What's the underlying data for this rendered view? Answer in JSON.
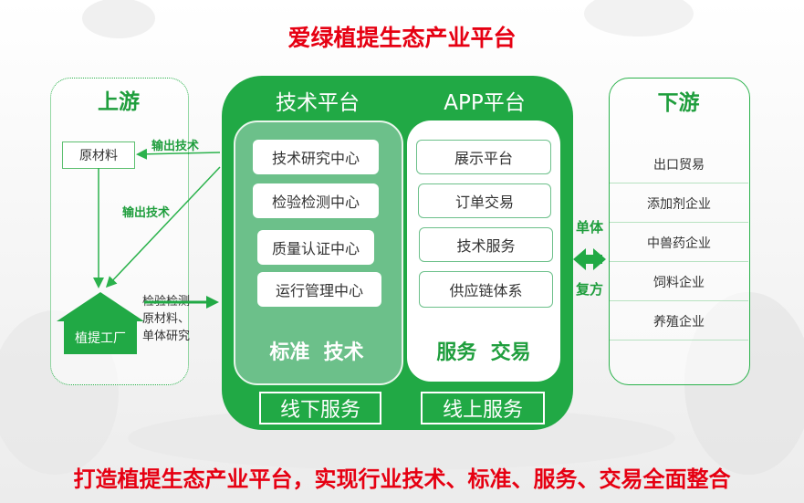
{
  "title": "爱绿植提生态产业平台",
  "upstream": {
    "title": "上游",
    "raw_material": "原材料",
    "output_tech_1": "输出技术",
    "output_tech_2": "输出技术",
    "factory": "植提工厂",
    "notes": [
      "检验检测",
      "原材料、",
      "单体研究"
    ]
  },
  "tech_platform": {
    "title": "技术平台",
    "items": [
      "技术研究中心",
      "检验检测中心",
      "质量认证中心",
      "运行管理中心"
    ],
    "slogan": "标准  技术",
    "service": "线下服务"
  },
  "app_platform": {
    "title": "APP平台",
    "items": [
      "展示平台",
      "订单交易",
      "技术服务",
      "供应链体系"
    ],
    "slogan": "服务  交易",
    "service": "线上服务"
  },
  "link": {
    "top": "单体",
    "bottom": "复方"
  },
  "downstream": {
    "title": "下游",
    "items": [
      "出口贸易",
      "添加剂企业",
      "中兽药企业",
      "饲料企业",
      "养殖企业"
    ]
  },
  "footer": "打造植提生态产业平台，实现行业技术、标准、服务、交易全面整合",
  "colors": {
    "green": "#21a945",
    "light_green": "#6cc08a",
    "red": "#e60012"
  }
}
